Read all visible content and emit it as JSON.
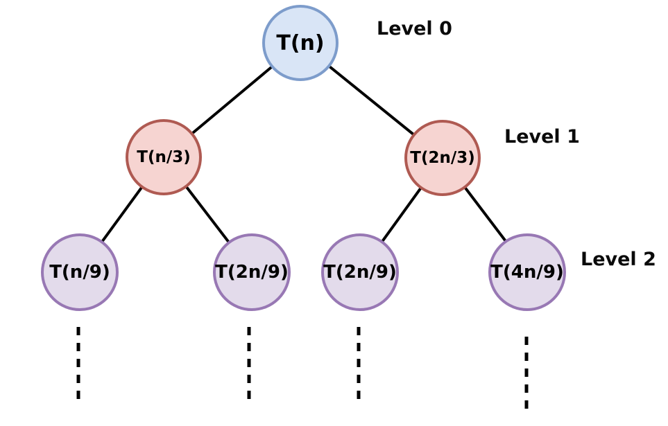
{
  "diagram": {
    "type": "recursion-tree",
    "background_color": "#ffffff",
    "edge_color": "#000000",
    "levels": [
      {
        "label": "Level 0"
      },
      {
        "label": "Level 1"
      },
      {
        "label": "Level 2"
      }
    ],
    "nodes": [
      {
        "id": "n0",
        "label": "T(n)",
        "level": 0,
        "fill": "#d9e5f6",
        "border": "#7d9ccb"
      },
      {
        "id": "n1",
        "label": "T(n/3)",
        "level": 1,
        "fill": "#f6d4d1",
        "border": "#af5a52"
      },
      {
        "id": "n2",
        "label": "T(2n/3)",
        "level": 1,
        "fill": "#f6d4d1",
        "border": "#af5a52"
      },
      {
        "id": "n3",
        "label": "T(n/9)",
        "level": 2,
        "fill": "#e3dbeb",
        "border": "#9878b4"
      },
      {
        "id": "n4",
        "label": "T(2n/9)",
        "level": 2,
        "fill": "#e3dbeb",
        "border": "#9878b4"
      },
      {
        "id": "n5",
        "label": "T(2n/9)",
        "level": 2,
        "fill": "#e3dbeb",
        "border": "#9878b4"
      },
      {
        "id": "n6",
        "label": "T(4n/9)",
        "level": 2,
        "fill": "#e3dbeb",
        "border": "#9878b4"
      }
    ],
    "edges": [
      {
        "from": "n0",
        "to": "n1"
      },
      {
        "from": "n0",
        "to": "n2"
      },
      {
        "from": "n1",
        "to": "n3"
      },
      {
        "from": "n1",
        "to": "n4"
      },
      {
        "from": "n2",
        "to": "n5"
      },
      {
        "from": "n2",
        "to": "n6"
      }
    ],
    "continuation_marks": 4
  }
}
